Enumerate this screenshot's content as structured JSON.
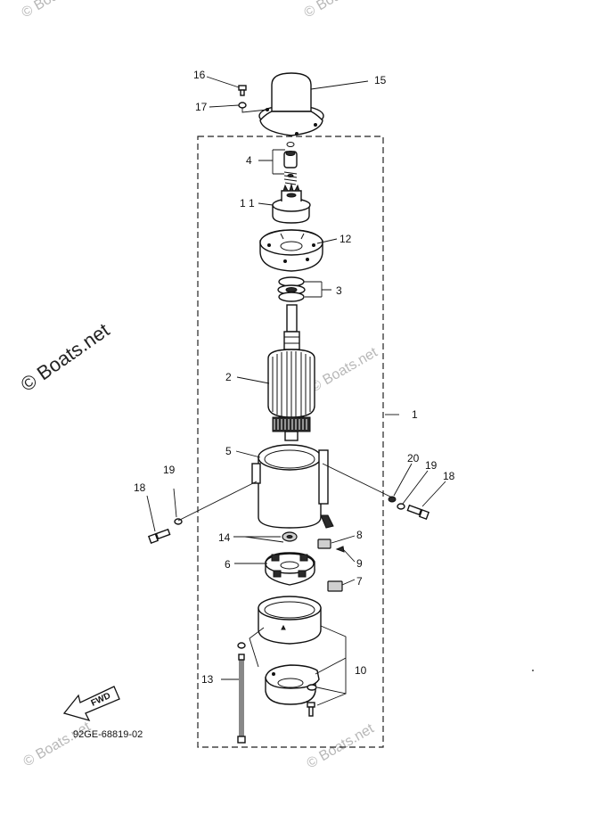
{
  "watermark": {
    "text_small": "© Boats.net",
    "text_main": "© Boats.net"
  },
  "drawing_code": "92GE-68819-02",
  "fwd_label": "FWD",
  "callouts": {
    "c1": "1",
    "c2": "2",
    "c3": "3",
    "c4": "4",
    "c5": "5",
    "c6": "6",
    "c7": "7",
    "c8": "8",
    "c9": "9",
    "c10": "10",
    "c11": "1 1",
    "c12": "12",
    "c13": "13",
    "c14": "14",
    "c15": "15",
    "c16": "16",
    "c17": "17",
    "c18_left": "18",
    "c19_left": "19",
    "c18_right": "18",
    "c19_right": "19",
    "c20": "20"
  }
}
